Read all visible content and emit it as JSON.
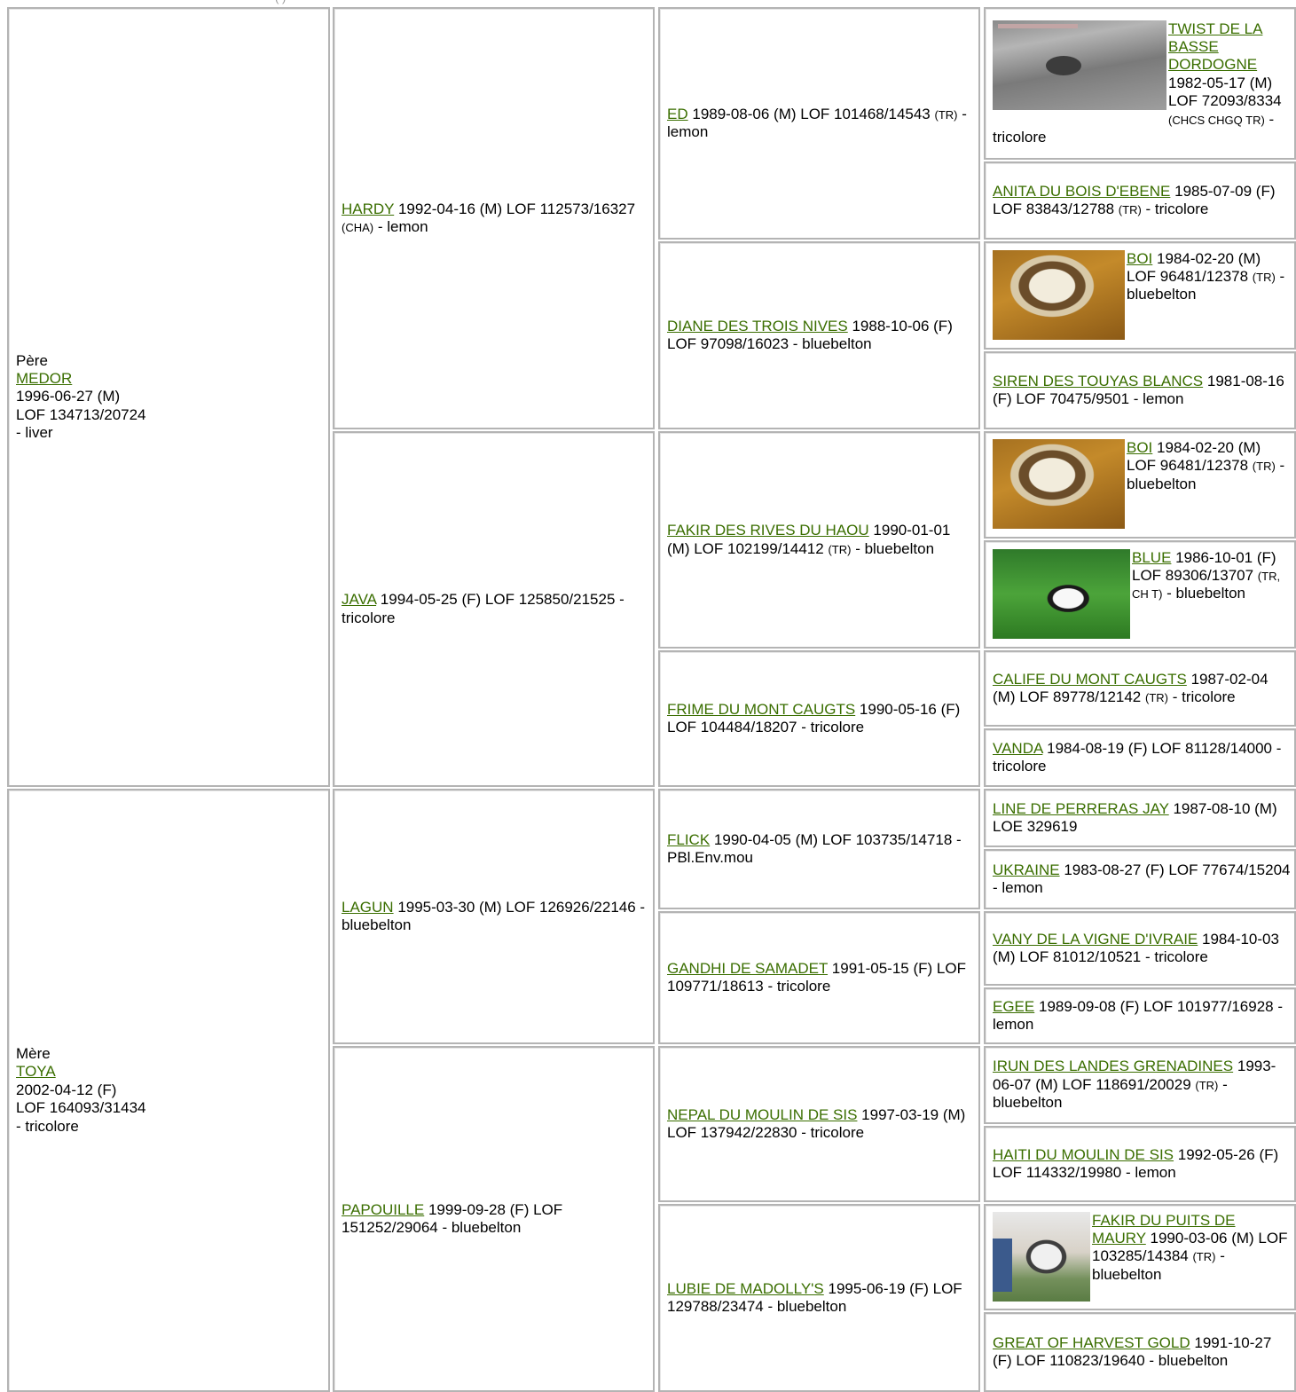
{
  "header_fragment": "(          )",
  "gen1": {
    "sire": {
      "role": "Père",
      "name": "MEDOR",
      "date_sex": "1996-06-27 (M)",
      "reg": "LOF 134713/20724",
      "color": "- liver"
    },
    "dam": {
      "role": "Mère",
      "name": "TOYA",
      "date_sex": "2002-04-12 (F)",
      "reg": "LOF 164093/31434",
      "color": "- tricolore"
    }
  },
  "gen2": [
    {
      "name": "HARDY",
      "text": "1992-04-16 (M) LOF 112573/16327",
      "title": "(CHA)",
      "color": "- lemon"
    },
    {
      "name": "JAVA",
      "text": "1994-05-25 (F) LOF 125850/21525 - tricolore",
      "title": "",
      "color": ""
    },
    {
      "name": "LAGUN",
      "text": "1995-03-30 (M) LOF 126926/22146 - bluebelton",
      "title": "",
      "color": ""
    },
    {
      "name": "PAPOUILLE",
      "text": "1999-09-28 (F) LOF 151252/29064 - bluebelton",
      "title": "",
      "color": ""
    }
  ],
  "gen3": [
    {
      "name": "ED",
      "text": "1989-08-06 (M) LOF 101468/14543",
      "title": "(TR)",
      "color": "- lemon"
    },
    {
      "name": "DIANE DES TROIS NIVES",
      "text": "1988-10-06 (F) LOF 97098/16023 - bluebelton",
      "title": "",
      "color": ""
    },
    {
      "name": "FAKIR DES RIVES DU HAOU",
      "text": "1990-01-01 (M) LOF 102199/14412",
      "title": "(TR)",
      "color": "- bluebelton"
    },
    {
      "name": "FRIME DU MONT CAUGTS",
      "text": "1990-05-16 (F) LOF 104484/18207 - tricolore",
      "title": "",
      "color": ""
    },
    {
      "name": "FLICK",
      "text": "1990-04-05 (M) LOF 103735/14718 - PBl.Env.mou",
      "title": "",
      "color": ""
    },
    {
      "name": "GANDHI DE SAMADET",
      "text": "1991-05-15 (F) LOF 109771/18613 - tricolore",
      "title": "",
      "color": ""
    },
    {
      "name": "NEPAL DU MOULIN DE SIS",
      "text": "1997-03-19 (M) LOF 137942/22830 - tricolore",
      "title": "",
      "color": ""
    },
    {
      "name": "LUBIE DE MADOLLY'S",
      "text": "1995-06-19 (F) LOF 129788/23474 - bluebelton",
      "title": "",
      "color": ""
    }
  ],
  "gen4": [
    {
      "name": "TWIST DE LA BASSE DORDOGNE",
      "text": "1982-05-17 (M) LOF 72093/8334",
      "title": "(CHCS CHGQ TR)",
      "color": "- tricolore",
      "photo": "bw-field-photo"
    },
    {
      "name": "ANITA DU BOIS D'EBENE",
      "text": "1985-07-09 (F) LOF 83843/12788",
      "title": "(TR)",
      "color": "- tricolore",
      "photo": ""
    },
    {
      "name": "BOI",
      "text": "1984-02-20 (M) LOF 96481/12378",
      "title": "(TR)",
      "color": "- bluebelton",
      "photo": "setter-photo"
    },
    {
      "name": "SIREN DES TOUYAS BLANCS",
      "text": "1981-08-16 (F) LOF 70475/9501 - lemon",
      "title": "",
      "color": "",
      "photo": ""
    },
    {
      "name": "BOI",
      "text": "1984-02-20 (M) LOF 96481/12378",
      "title": "(TR)",
      "color": "- bluebelton",
      "photo": "setter-photo"
    },
    {
      "name": "BLUE",
      "text": "1986-10-01 (F) LOF 89306/13707",
      "title": "(TR, CH T)",
      "color": "- bluebelton",
      "photo": "grass-photo"
    },
    {
      "name": "CALIFE DU MONT CAUGTS",
      "text": "1987-02-04 (M) LOF 89778/12142",
      "title": "(TR)",
      "color": "- tricolore",
      "photo": ""
    },
    {
      "name": "VANDA",
      "text": "1984-08-19 (F) LOF 81128/14000 - tricolore",
      "title": "",
      "color": "",
      "photo": ""
    },
    {
      "name": "LINE DE PERRERAS JAY",
      "text": "1987-08-10 (M) LOE 329619",
      "title": "",
      "color": "",
      "photo": ""
    },
    {
      "name": "UKRAINE",
      "text": "1983-08-27 (F) LOF 77674/15204 - lemon",
      "title": "",
      "color": "",
      "photo": ""
    },
    {
      "name": "VANY DE LA VIGNE D'IVRAIE",
      "text": "1984-10-03 (M) LOF 81012/10521 - tricolore",
      "title": "",
      "color": "",
      "photo": ""
    },
    {
      "name": "EGEE",
      "text": "1989-09-08 (F) LOF 101977/16928 - lemon",
      "title": "",
      "color": "",
      "photo": ""
    },
    {
      "name": "IRUN DES LANDES GRENADINES",
      "text": "1993-06-07 (M) LOF 118691/20029",
      "title": "(TR)",
      "color": "- bluebelton",
      "photo": ""
    },
    {
      "name": "HAITI DU MOULIN DE SIS",
      "text": "1992-05-26 (F) LOF 114332/19980 - lemon",
      "title": "",
      "color": "",
      "photo": ""
    },
    {
      "name": "FAKIR DU PUITS DE MAURY",
      "text": "1990-03-06 (M) LOF 103285/14384",
      "title": "(TR)",
      "color": "- bluebelton",
      "photo": "show-photo"
    },
    {
      "name": "GREAT OF HARVEST GOLD",
      "text": "1991-10-27 (F) LOF 110823/19640 - bluebelton",
      "title": "",
      "color": "",
      "photo": ""
    }
  ]
}
